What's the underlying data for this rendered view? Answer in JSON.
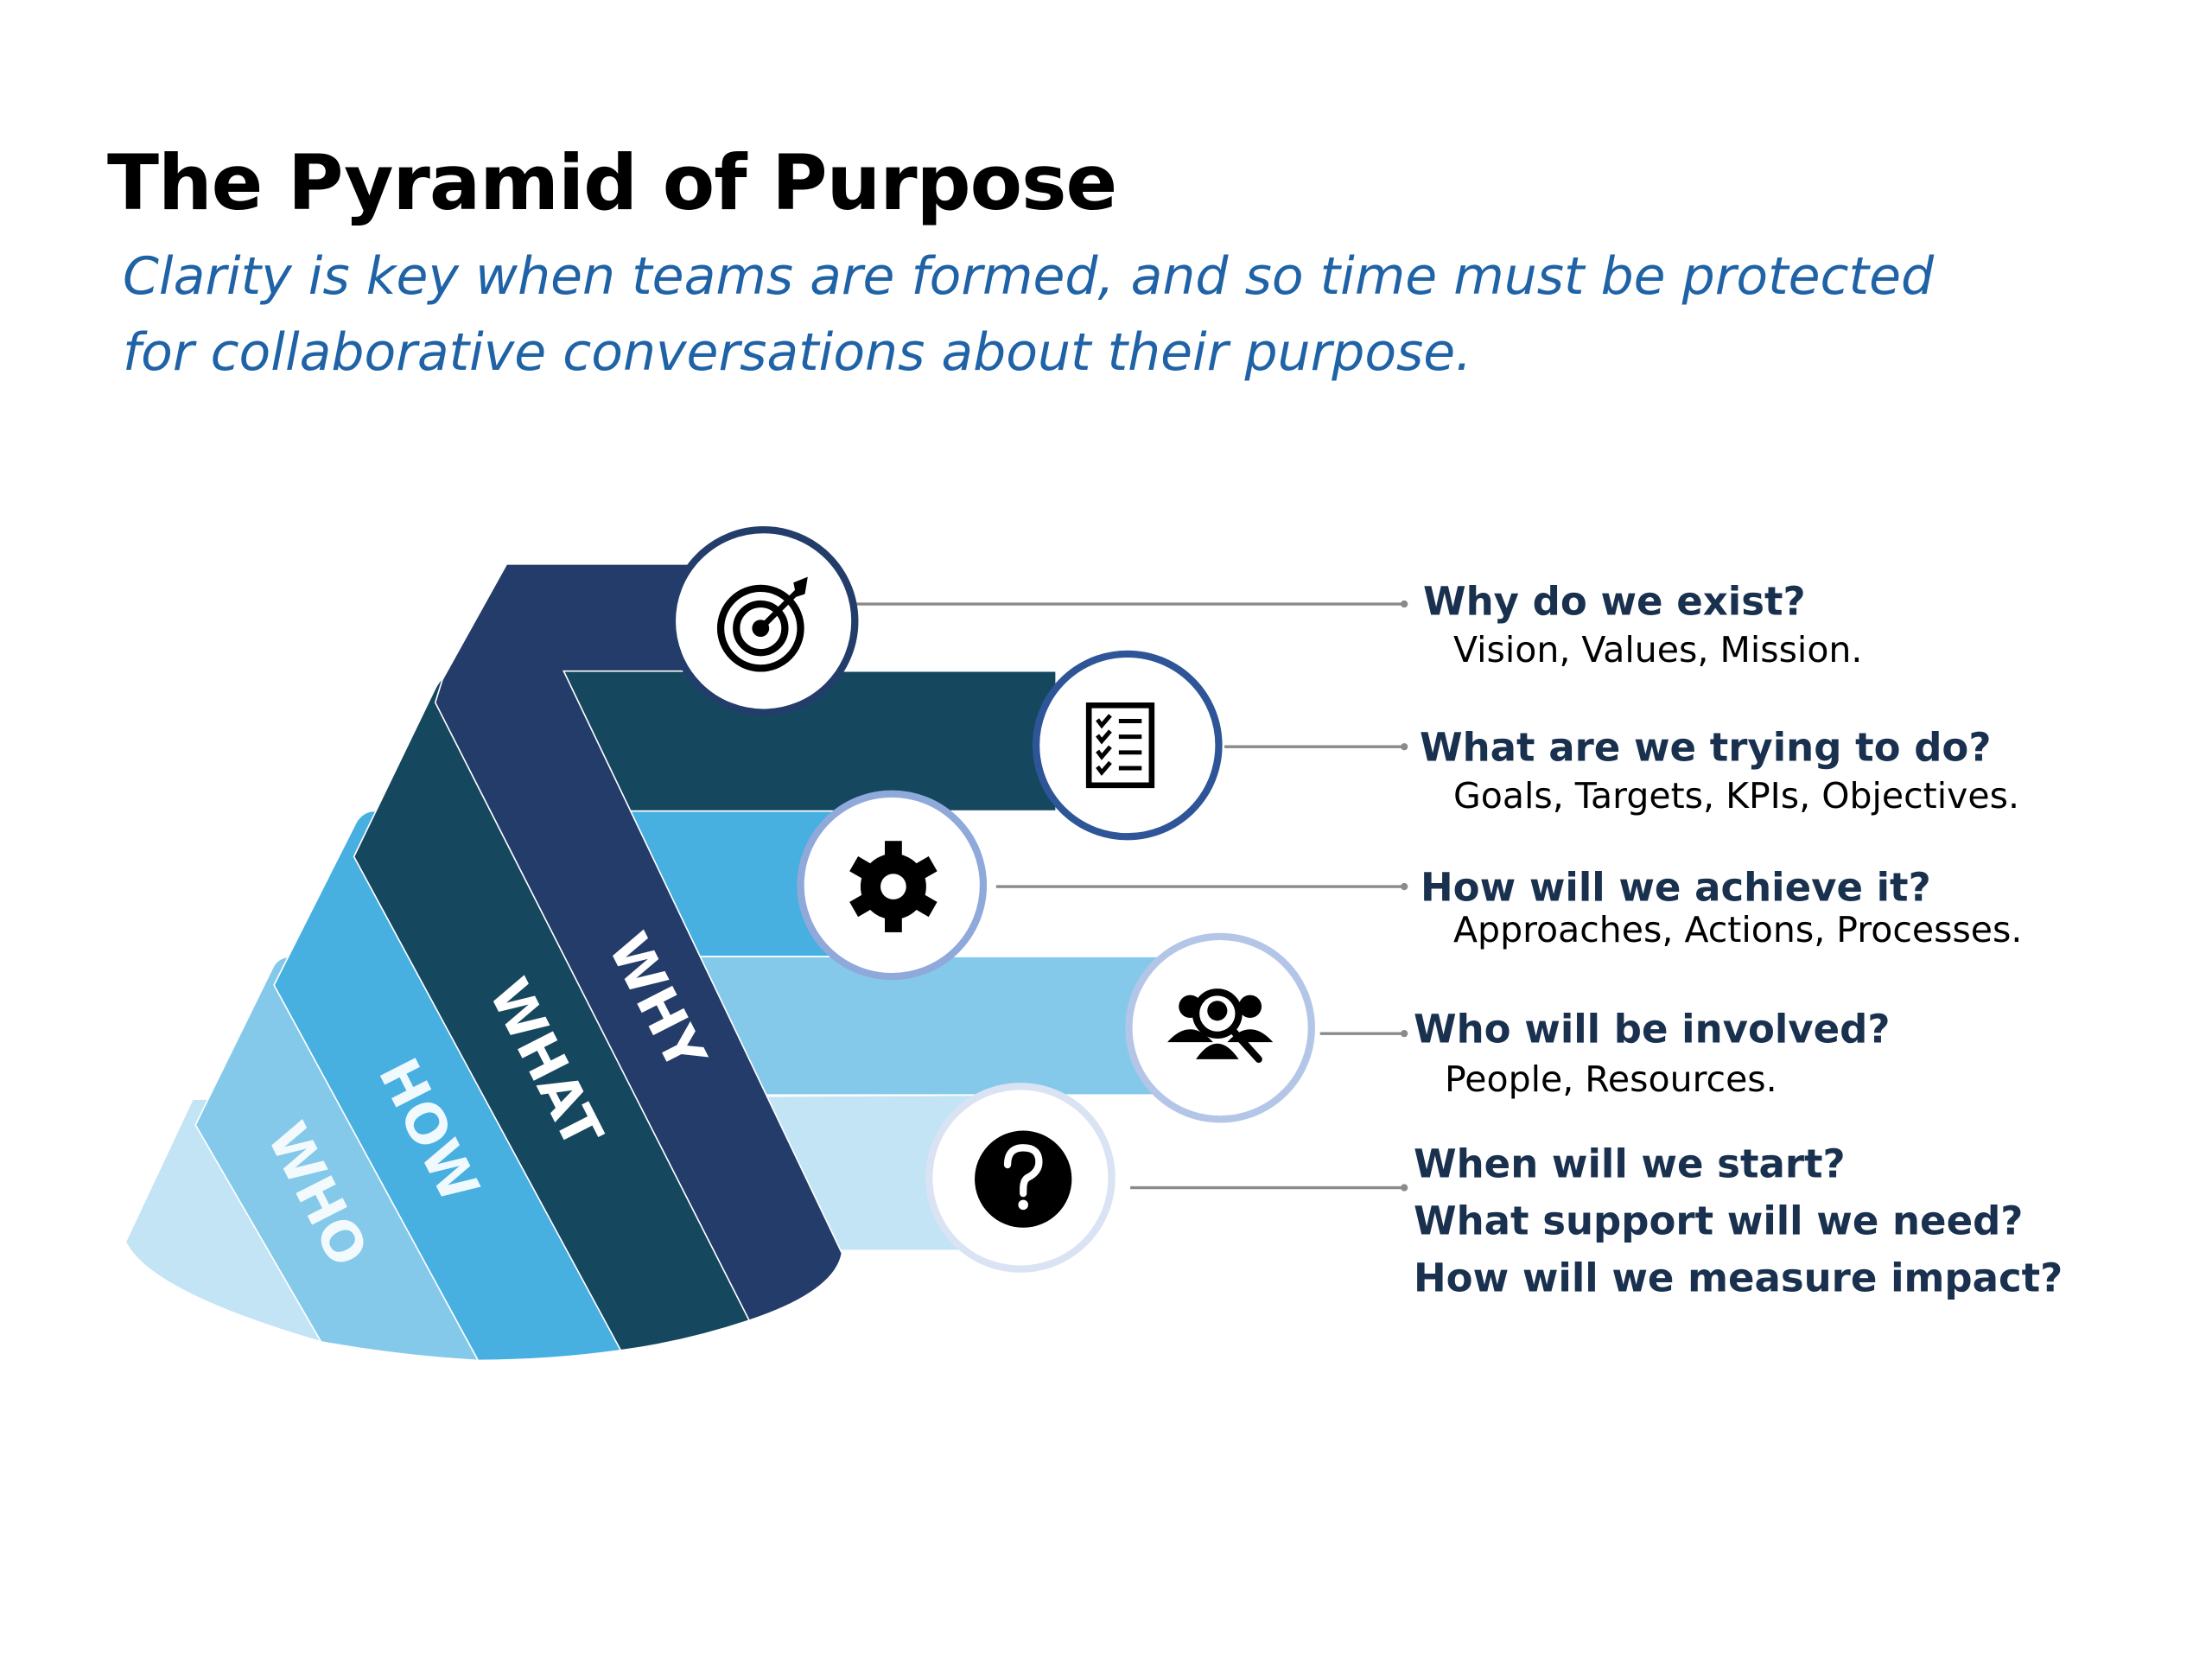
{
  "title": "The Pyramid of Purpose",
  "subtitle": {
    "line1": "Clarity is key when teams are formed, and so time must be protected",
    "line2": "for collaborative conversations about their purpose."
  },
  "bands": [
    {
      "label": "WHY",
      "color": "#243C69",
      "icon": "target-icon"
    },
    {
      "label": "WHAT",
      "color": "#15475F",
      "icon": "checklist-icon"
    },
    {
      "label": "HOW",
      "color": "#47B0E0",
      "icon": "gear-icon"
    },
    {
      "label": "WHO",
      "color": "#85C9EA",
      "icon": "people-search-icon"
    },
    {
      "label": "",
      "color": "#C3E4F5",
      "icon": "question-icon"
    }
  ],
  "items": [
    {
      "question": "Why do we exist?",
      "answer": "Vision, Values, Mission."
    },
    {
      "question": "What are we trying to do?",
      "answer": "Goals, Targets, KPIs, Objectives."
    },
    {
      "question": "How will we achieve it?",
      "answer": "Approaches, Actions, Processes."
    },
    {
      "question": "Who will be involved?",
      "answer": "People, Resources."
    }
  ],
  "final_questions": [
    "When will we start?",
    "What support will we need?",
    "How will we measure impact?"
  ]
}
